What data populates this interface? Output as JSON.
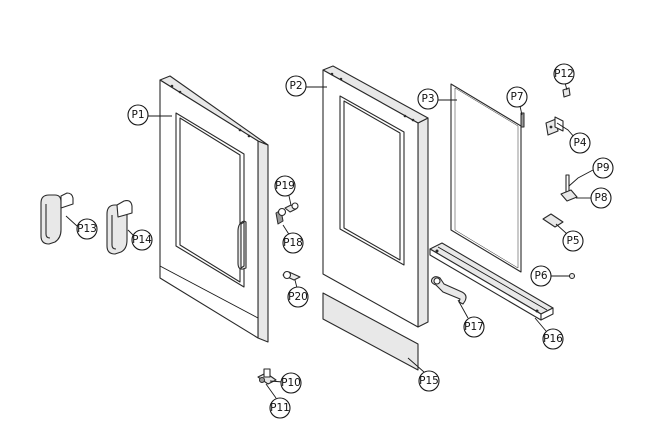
{
  "diagram": {
    "callouts": [
      {
        "id": "p1",
        "label": "P1"
      },
      {
        "id": "p2",
        "label": "P2"
      },
      {
        "id": "p3",
        "label": "P3"
      },
      {
        "id": "p4",
        "label": "P4"
      },
      {
        "id": "p5",
        "label": "P5"
      },
      {
        "id": "p6",
        "label": "P6"
      },
      {
        "id": "p7",
        "label": "P7"
      },
      {
        "id": "p8",
        "label": "P8"
      },
      {
        "id": "p9",
        "label": "P9"
      },
      {
        "id": "p10",
        "label": "P10"
      },
      {
        "id": "p11",
        "label": "P11"
      },
      {
        "id": "p12",
        "label": "P12"
      },
      {
        "id": "p13",
        "label": "P13"
      },
      {
        "id": "p14",
        "label": "P14"
      },
      {
        "id": "p15",
        "label": "P15"
      },
      {
        "id": "p16",
        "label": "P16"
      },
      {
        "id": "p17",
        "label": "P17"
      },
      {
        "id": "p18",
        "label": "P18"
      },
      {
        "id": "p19",
        "label": "P19"
      },
      {
        "id": "p20",
        "label": "P20"
      }
    ]
  },
  "colors": {
    "line": "#2a2a2a",
    "background": "#ffffff",
    "shade": "#e8e8e8"
  }
}
